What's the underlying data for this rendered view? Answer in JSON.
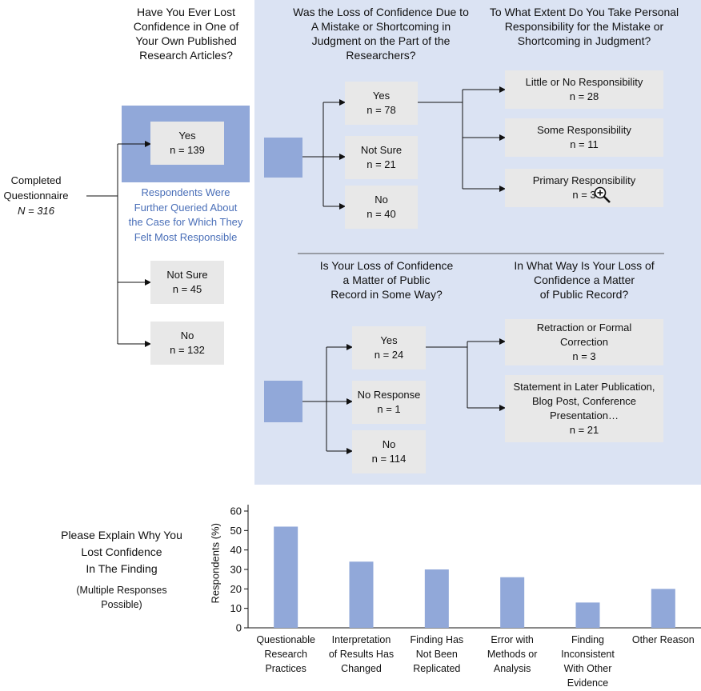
{
  "root": {
    "line1": "Completed",
    "line2": "Questionnaire",
    "line3": "N = 316"
  },
  "q1": {
    "title": [
      "Have You Ever Lost",
      "Confidence in One of",
      "Your Own Published",
      "Research Articles?"
    ],
    "yes": {
      "label": "Yes",
      "n": "n = 139"
    },
    "notsure": {
      "label": "Not Sure",
      "n": "n = 45"
    },
    "no": {
      "label": "No",
      "n": "n = 132"
    },
    "note": [
      "Respondents Were",
      "Further Queried About",
      "the Case for Which They",
      "Felt Most Responsible"
    ]
  },
  "q2": {
    "title": [
      "Was the Loss of Confidence Due to",
      "A Mistake or Shortcoming in",
      "Judgment on the Part of the",
      "Researchers?"
    ],
    "yes": {
      "label": "Yes",
      "n": "n = 78"
    },
    "notsure": {
      "label": "Not Sure",
      "n": "n = 21"
    },
    "no": {
      "label": "No",
      "n": "n = 40"
    }
  },
  "q3": {
    "title": [
      "To What Extent Do You Take Personal",
      "Responsibility for the Mistake or",
      "Shortcoming in Judgment?"
    ],
    "little": {
      "label": "Little or No Responsibility",
      "n": "n = 28"
    },
    "some": {
      "label": "Some Responsibility",
      "n": "n = 11"
    },
    "primary": {
      "label": "Primary Responsibility",
      "n": "n = 3"
    }
  },
  "q4": {
    "title": [
      "Is Your Loss of Confidence",
      "a Matter of Public",
      "Record in Some Way?"
    ],
    "yes": {
      "label": "Yes",
      "n": "n = 24"
    },
    "noresp": {
      "label": "No Response",
      "n": "n = 1"
    },
    "no": {
      "label": "No",
      "n": "n = 114"
    }
  },
  "q5": {
    "title": [
      "In What Way Is Your Loss of",
      "Confidence a Matter",
      "of Public Record?"
    ],
    "retraction": {
      "lines": [
        "Retraction or Formal",
        "Correction"
      ],
      "n": "n = 3"
    },
    "statement": {
      "lines": [
        "Statement in Later Publication,",
        "Blog Post, Conference",
        "Presentation…"
      ],
      "n": "n = 21"
    }
  },
  "explain": {
    "title": [
      "Please Explain Why You",
      "Lost Confidence",
      "In The Finding"
    ],
    "sub": [
      "(Multiple Responses",
      "Possible)"
    ]
  },
  "chart_data": {
    "type": "bar",
    "ylabel": "Respondents (%)",
    "ylim": [
      0,
      60
    ],
    "yticks": [
      "0",
      "10",
      "20",
      "30",
      "40",
      "50",
      "60"
    ],
    "categories": [
      [
        "Questionable",
        "Research",
        "Practices"
      ],
      [
        "Interpretation",
        "of Results Has",
        "Changed"
      ],
      [
        "Finding Has",
        "Not Been",
        "Replicated"
      ],
      [
        "Error with",
        "Methods or",
        "Analysis"
      ],
      [
        "Finding",
        "Inconsistent",
        "With Other",
        "Evidence"
      ],
      [
        "Other Reason"
      ]
    ],
    "values": [
      52,
      34,
      30,
      26,
      13,
      20
    ],
    "bar_color": "#91a8d9"
  },
  "colors": {
    "panel": "#dbe3f3",
    "box": "#e8e8e8",
    "accent": "#91a8d9",
    "note": "#4a6fb8"
  }
}
